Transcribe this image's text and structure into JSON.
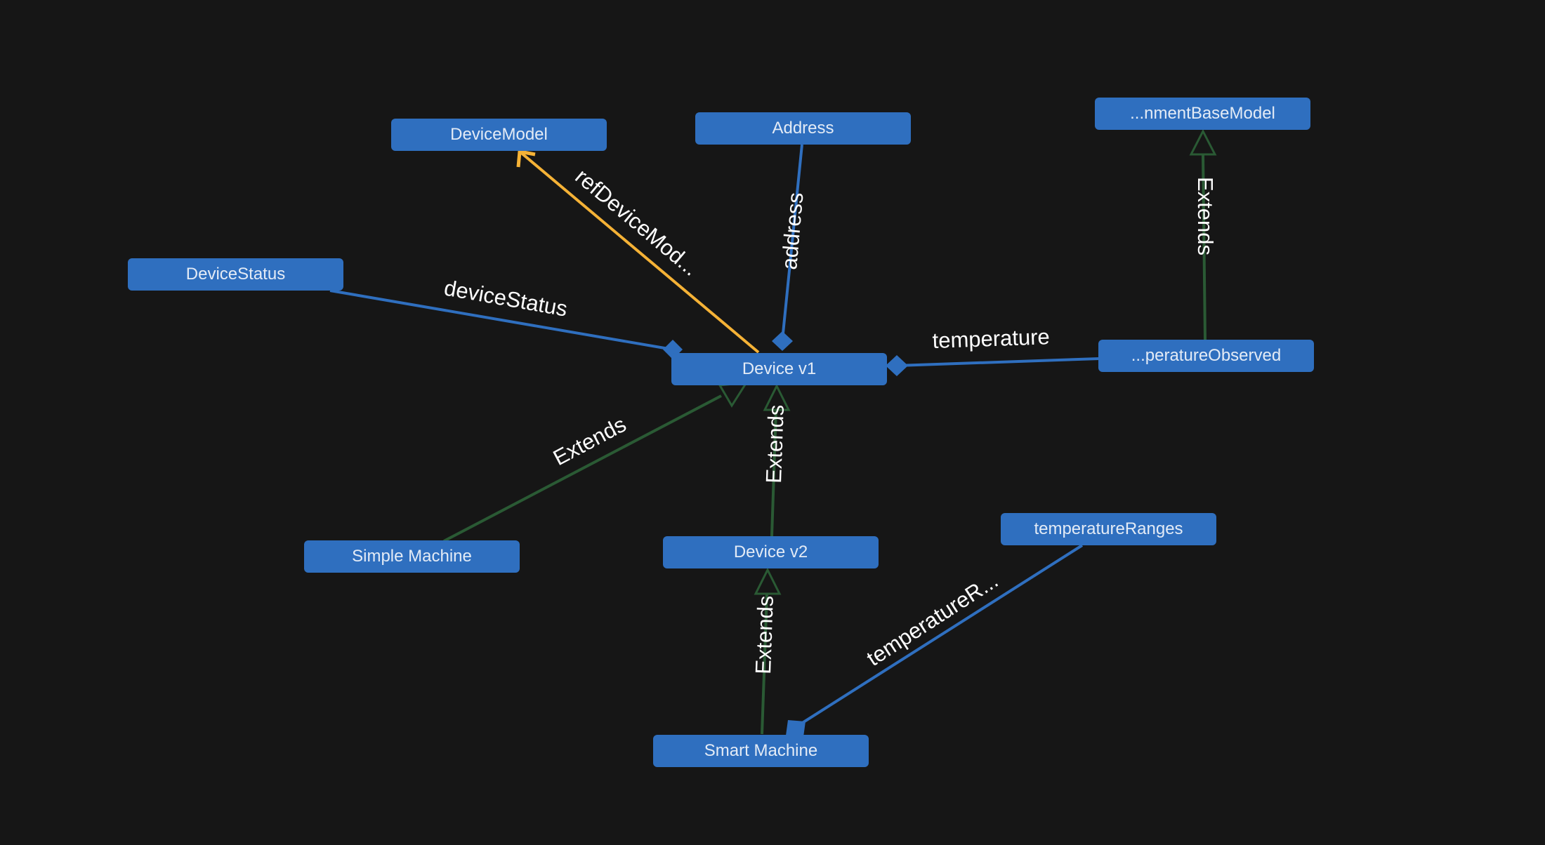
{
  "colors": {
    "background": "#161616",
    "node_fill": "#2f6fbf",
    "node_text": "#e3ebf6",
    "reference_edge": "#2f6fbf",
    "extends_edge": "#2a5a34",
    "selected_edge": "#f5b236",
    "edge_label": "#ffffff"
  },
  "nodes": [
    {
      "id": "device-model",
      "label": "DeviceModel"
    },
    {
      "id": "address",
      "label": "Address"
    },
    {
      "id": "environment-base-model",
      "label": "...nmentBaseModel"
    },
    {
      "id": "device-status",
      "label": "DeviceStatus"
    },
    {
      "id": "device-v1",
      "label": "Device v1"
    },
    {
      "id": "temperature-observed",
      "label": "...peratureObserved"
    },
    {
      "id": "simple-machine",
      "label": "Simple Machine"
    },
    {
      "id": "device-v2",
      "label": "Device v2"
    },
    {
      "id": "temperature-ranges",
      "label": "temperatureRanges"
    },
    {
      "id": "smart-machine",
      "label": "Smart Machine"
    }
  ],
  "edges": [
    {
      "id": "ref-device-model",
      "from": "device-v1",
      "to": "device-model",
      "kind": "reference",
      "label": "refDeviceMod..."
    },
    {
      "id": "address",
      "from": "device-v1",
      "to": "address",
      "kind": "composition",
      "label": "address"
    },
    {
      "id": "device-status",
      "from": "device-v1",
      "to": "device-status",
      "kind": "composition",
      "label": "deviceStatus"
    },
    {
      "id": "temperature",
      "from": "device-v1",
      "to": "temperature-observed",
      "kind": "composition",
      "label": "temperature"
    },
    {
      "id": "extends-environment",
      "from": "temperature-observed",
      "to": "environment-base-model",
      "kind": "extends",
      "label": "Extends"
    },
    {
      "id": "extends-simple",
      "from": "simple-machine",
      "to": "device-v1",
      "kind": "extends",
      "label": "Extends"
    },
    {
      "id": "extends-v2",
      "from": "device-v2",
      "to": "device-v1",
      "kind": "extends",
      "label": "Extends"
    },
    {
      "id": "extends-smart",
      "from": "smart-machine",
      "to": "device-v2",
      "kind": "extends",
      "label": "Extends"
    },
    {
      "id": "temperature-ranges",
      "from": "smart-machine",
      "to": "temperature-ranges",
      "kind": "composition",
      "label": "temperatureR..."
    }
  ]
}
